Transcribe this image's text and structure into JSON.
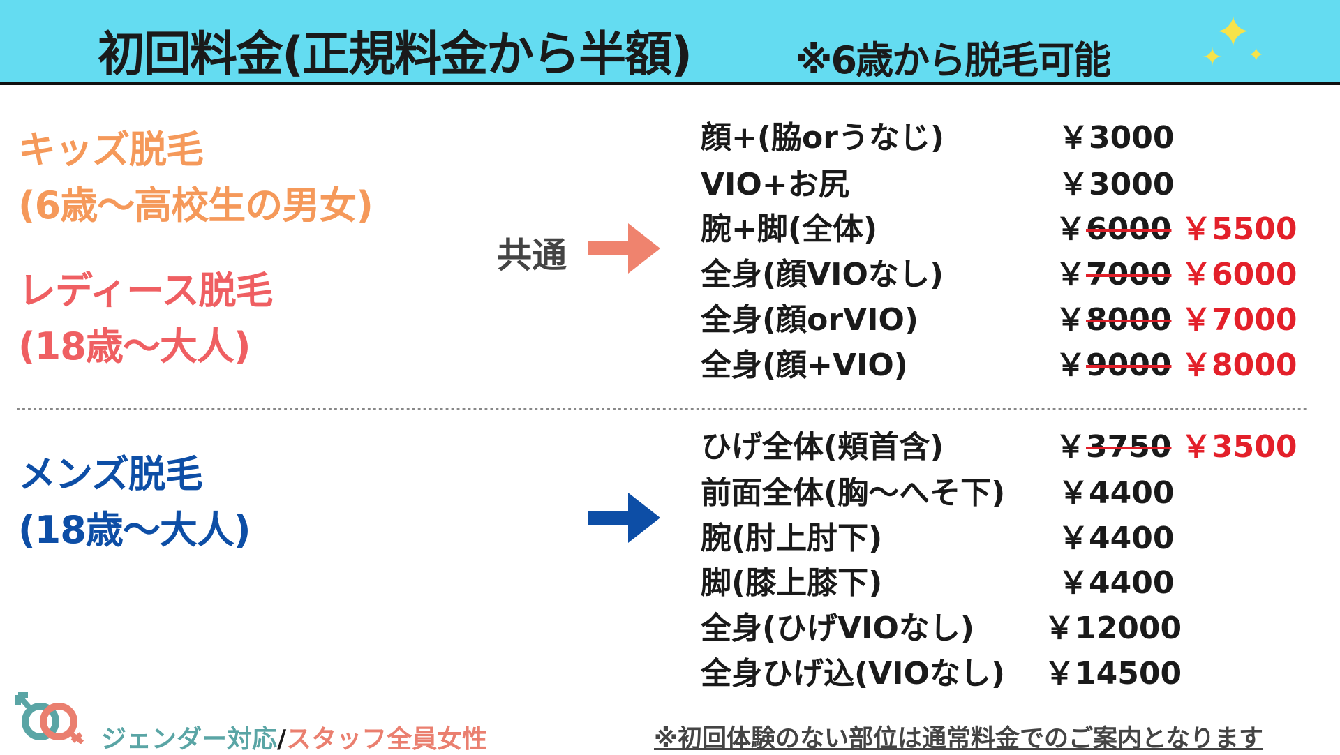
{
  "header": {
    "title": "初回料金(正規料金から半額)",
    "subtitle": "※6歳から脱毛可能",
    "icon": "sparkles-icon"
  },
  "left": {
    "kids": {
      "title": "キッズ脱毛",
      "sub": "(6歳〜高校生の男女)"
    },
    "ladies": {
      "title": "レディース脱毛",
      "sub": "(18歳〜大人)"
    },
    "common": "共通",
    "mens": {
      "title": "メンズ脱毛",
      "sub": "(18歳〜大人)"
    }
  },
  "women_prices": [
    {
      "item": "顔+(脇orうなじ)",
      "price": "￥3000"
    },
    {
      "item": "VIO+お尻",
      "price": "￥3000"
    },
    {
      "item": "腕+脚(全体)",
      "old": "6000",
      "yen": "￥",
      "price": "￥5500"
    },
    {
      "item": "全身(顔VIOなし)",
      "old": "7000",
      "yen": "￥",
      "price": "￥6000"
    },
    {
      "item": "全身(顔orVIO)",
      "old": "8000",
      "yen": "￥",
      "price": "￥7000"
    },
    {
      "item": "全身(顔+VIO)",
      "old": "9000",
      "yen": "￥",
      "price": "￥8000"
    }
  ],
  "men_prices": [
    {
      "item": "ひげ全体(頬首含)",
      "old": "3750",
      "yen": "￥",
      "price": "￥3500"
    },
    {
      "item": "前面全体(胸〜へそ下)",
      "price": "￥4400"
    },
    {
      "item": "腕(肘上肘下)",
      "price": "￥4400"
    },
    {
      "item": "脚(膝上膝下)",
      "price": "￥4400"
    },
    {
      "item": "全身(ひげVIOなし)",
      "price": "￥12000"
    },
    {
      "item": "全身ひげ込(VIOなし)",
      "price": "￥14500"
    }
  ],
  "footer": {
    "gender": "ジェンダー対応",
    "slash": "/",
    "staff": "スタッフ全員女性",
    "note": "※初回体験のない部位は通常料金でのご案内となります"
  },
  "colors": {
    "header": "#64dcf1",
    "kids": "#f5995a",
    "ladies": "#ef5f62",
    "mens": "#0d4ea6",
    "sale": "#e3202a",
    "teal": "#5aa5a5",
    "coral": "#ea7f6f"
  }
}
